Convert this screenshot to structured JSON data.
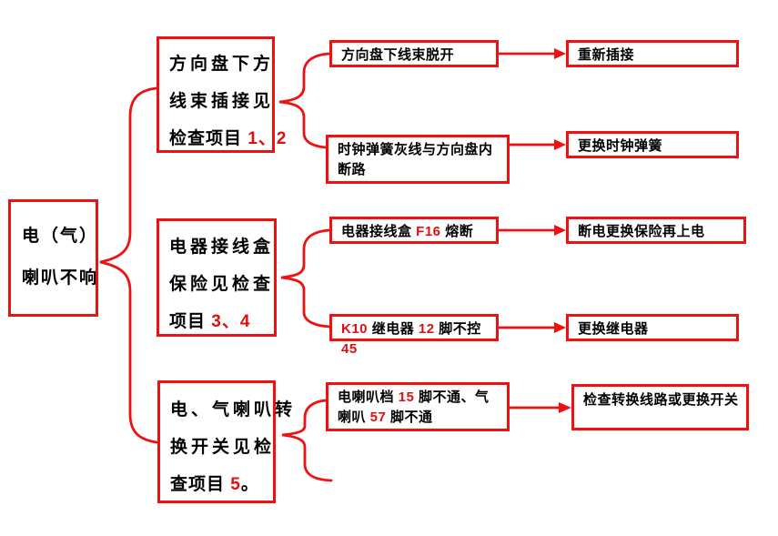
{
  "palette": {
    "line_red": "#ee1111",
    "number_red": "#e01010",
    "text_black": "#000000",
    "background": "#ffffff"
  },
  "root": {
    "line1": "电（气）",
    "line2": "喇叭不响"
  },
  "checks": {
    "c1": {
      "l1": "方向盘下方",
      "l2": "线束插接见",
      "l3a": "检查项目 ",
      "l3b": "1、2"
    },
    "c2": {
      "l1": "电器接线盒",
      "l2": "保险见检查",
      "l3a": "项目 ",
      "l3b": "3、4"
    },
    "c3": {
      "l1": "电、气喇叭转",
      "l2": "换开关见检",
      "l3a": "查项目 ",
      "l3b": "5",
      "l3c": "。"
    }
  },
  "causes": {
    "r1": {
      "a": "方向盘下线束脱开"
    },
    "r2": {
      "a": "时钟弹簧灰线与方向盘内断路"
    },
    "r3": {
      "a": "电器接线盒 ",
      "b": "F16",
      "c": " 熔断"
    },
    "r4": {
      "a": "K10",
      "b": " 继电器 ",
      "c": "12",
      "d": " 脚不控 ",
      "e": "45"
    },
    "r5": {
      "a": "电喇叭档 ",
      "b": "15",
      "c": " 脚不通、气喇叭 ",
      "d": "57",
      "e": " 脚不通"
    }
  },
  "remedies": {
    "r1": "重新插接",
    "r2": "更换时钟弹簧",
    "r3": "断电更换保险再上电",
    "r4": "更换继电器",
    "r5": "检查转换线路或更换开关"
  }
}
